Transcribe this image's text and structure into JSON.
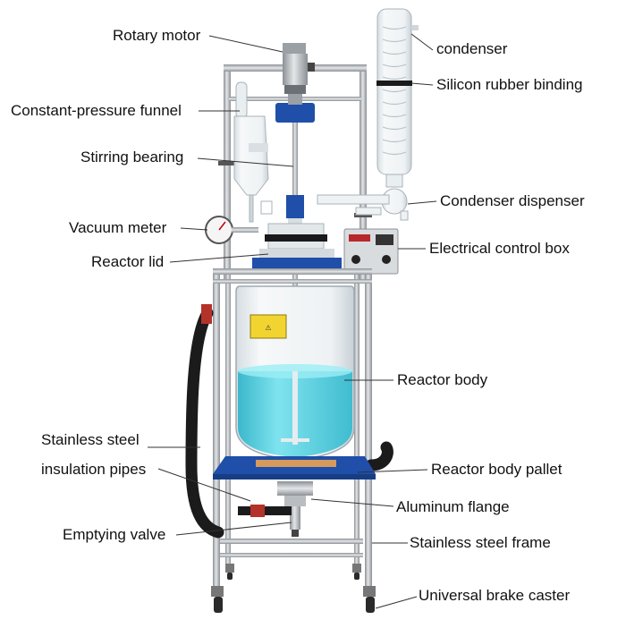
{
  "labels": {
    "rotary_motor": "Rotary motor",
    "constant_pressure_funnel": "Constant-pressure funnel",
    "stirring_bearing": "Stirring bearing",
    "vacuum_meter": "Vacuum meter",
    "reactor_lid": "Reactor lid",
    "stainless_steel_insulation_line1": "Stainless steel",
    "stainless_steel_insulation_line2": "insulation pipes",
    "emptying_valve": "Emptying valve",
    "condenser": "condenser",
    "silicon_rubber_binding": "Silicon rubber binding",
    "condenser_dispenser": "Condenser dispenser",
    "electrical_control_box": "Electrical control box",
    "reactor_body": "Reactor body",
    "reactor_body_pallet": "Reactor body pallet",
    "aluminum_flange": "Aluminum flange",
    "stainless_steel_frame": "Stainless steel frame",
    "universal_brake_caster": "Universal brake caster"
  },
  "colors": {
    "steel": "#b9bcc0",
    "steel_dark": "#7d8186",
    "blue_part": "#1f4fa8",
    "liquid": "#5fd3e3",
    "glass": "#e8edf0",
    "hose": "#1b1b1b",
    "hose_end": "#b3322a",
    "text": "#111111"
  }
}
